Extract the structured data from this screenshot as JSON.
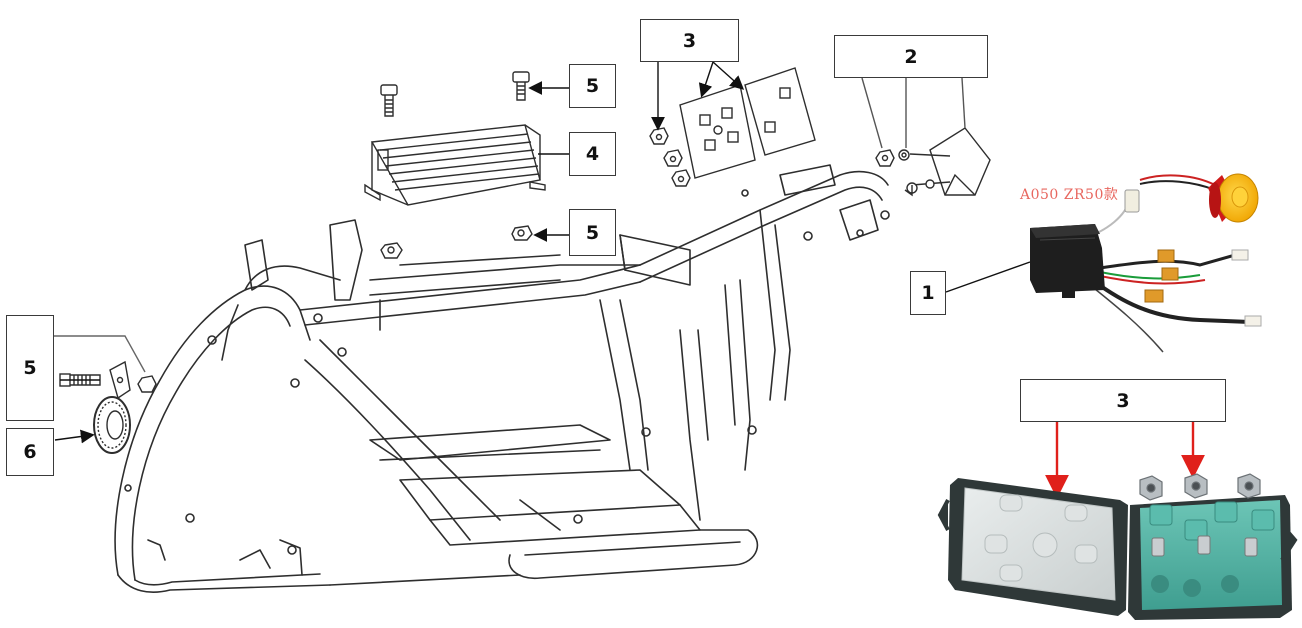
{
  "callouts": {
    "c5_left": "5",
    "c6": "6",
    "c4": "4",
    "c5_top": "5",
    "c5_mid": "5",
    "c3_top": "3",
    "c2": "2",
    "c1": "1",
    "c3_photo": "3"
  },
  "model_label": "A050 ZR50款",
  "colors": {
    "line": "#2e2e2e",
    "arrow_red": "#e0201b",
    "label_red": "#e8675f",
    "teal": "#4fb3a4",
    "housing": "#2f3838",
    "lid_inner": "#d8dcdc",
    "siren_red": "#d01a1a",
    "siren_yellow": "#f5b300"
  },
  "icons": {
    "frame": "go-kart-frame-drawing",
    "controller": "controller-box-icon",
    "junction_box": "terminal-junction-box-photo",
    "alarm": "alarm-module-photo"
  }
}
